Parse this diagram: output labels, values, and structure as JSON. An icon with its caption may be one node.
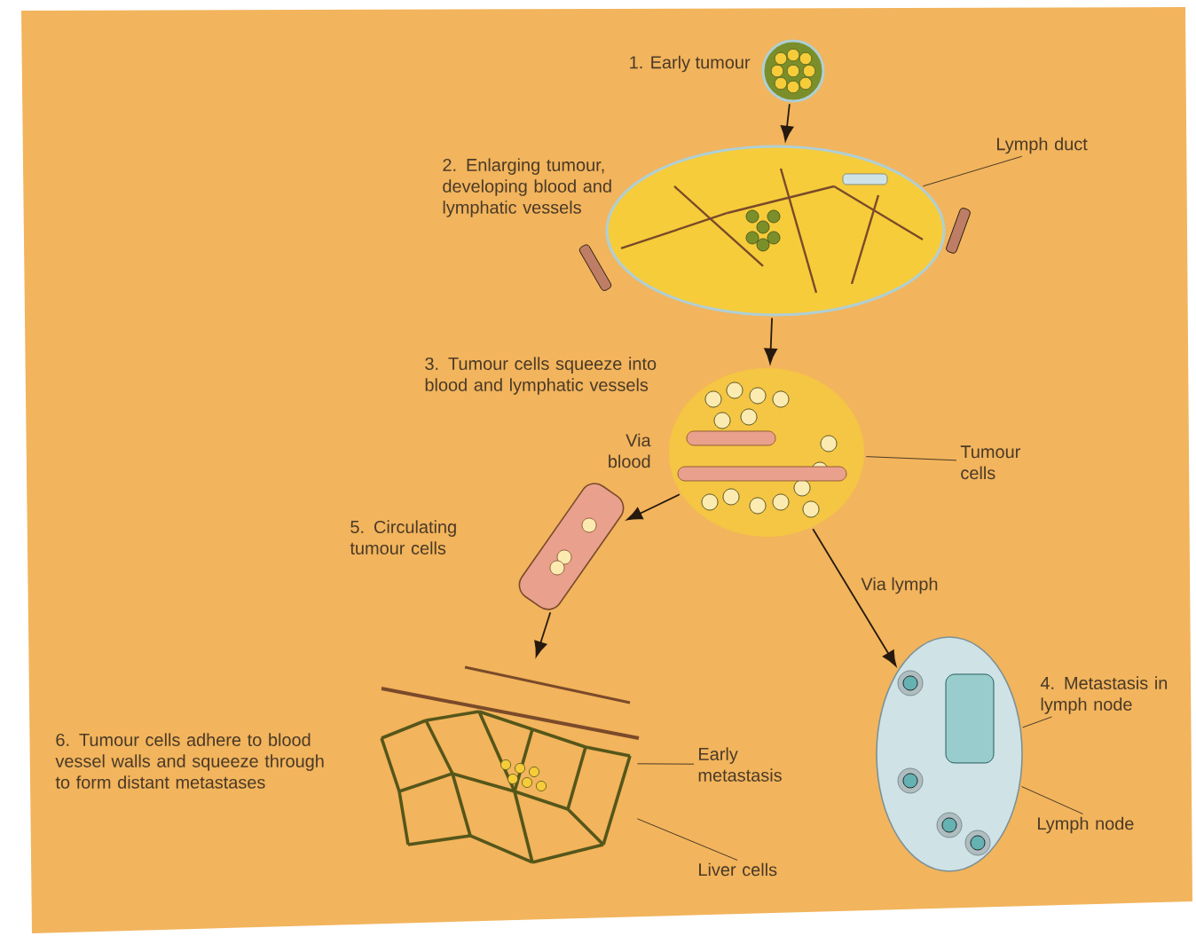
{
  "diagram": {
    "nodes": [
      {
        "text": [],
        "shape": "picture",
        "beside": [
          "1. Early tumour"
        ]
      },
      {
        "text": [],
        "shape": "picture",
        "beside": [
          "2. Enlarging tumour, developing blood and lymphatic vessels"
        ]
      },
      {
        "text": [
          "Lymph duct"
        ]
      },
      {
        "text": [],
        "shape": "picture",
        "beside": [
          "3. Tumour cells squeeze into blood and lymphatic vessels"
        ]
      },
      {
        "text": [
          "Tumour cells"
        ]
      },
      {
        "text": [],
        "shape": "picture",
        "beside": [
          "5. Circulating tumour cells"
        ]
      },
      {
        "text": [],
        "shape": "picture",
        "beside": [
          "6. Tumour cells adhere to blood vessel walls and squeeze through to form distant metastases"
        ]
      },
      {
        "text": [
          "Early metastasis"
        ]
      },
      {
        "text": [
          "Liver cells"
        ]
      },
      {
        "text": [],
        "shape": "picture"
      },
      {
        "text": [
          "4. Metastasis in lymph node"
        ]
      },
      {
        "text": [
          "Lymph node"
        ]
      }
    ],
    "edges": [
      {
        "from": 0,
        "to": 1,
        "arrow": "to"
      },
      {
        "from": 1,
        "to": 3,
        "arrow": "to"
      },
      {
        "from": 3,
        "to": 5,
        "arrow": "to",
        "label": "Via blood"
      },
      {
        "from": 3,
        "to": 9,
        "arrow": "to",
        "label": "Via lymph"
      },
      {
        "from": 5,
        "to": 6,
        "arrow": "to"
      },
      {
        "from": 2,
        "to": 1,
        "arrow": "none"
      },
      {
        "from": 4,
        "to": 3,
        "arrow": "none"
      },
      {
        "from": 7,
        "to": 6,
        "arrow": "none"
      },
      {
        "from": 8,
        "to": 6,
        "arrow": "none"
      },
      {
        "from": 10,
        "to": 9,
        "arrow": "none"
      },
      {
        "from": 11,
        "to": 9,
        "arrow": "none"
      }
    ]
  }
}
